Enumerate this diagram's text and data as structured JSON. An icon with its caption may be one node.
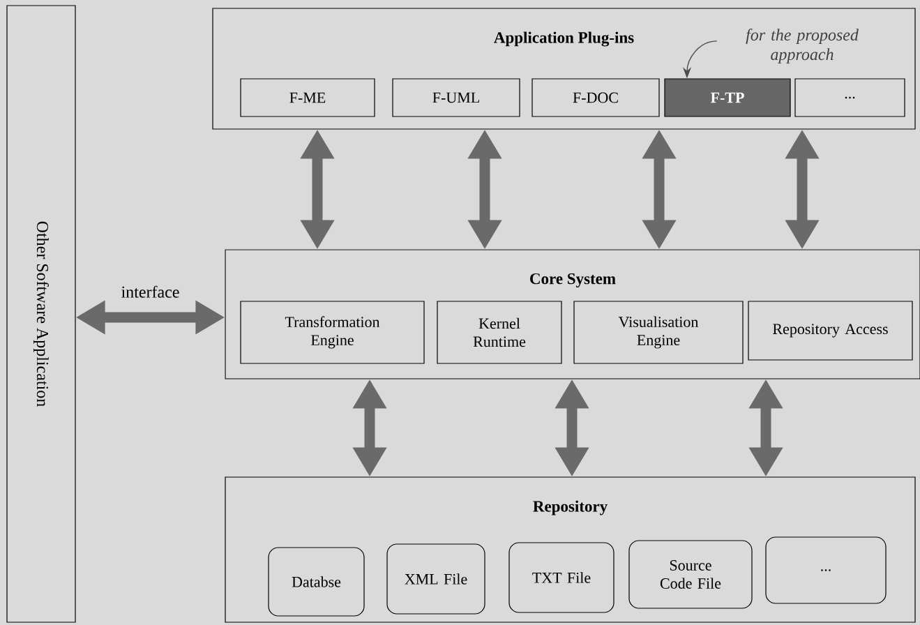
{
  "diagram": {
    "nodes": [
      {
        "text": [
          "Other Software Application"
        ]
      },
      {
        "text": [
          "Application Plug-ins"
        ]
      },
      {
        "text": [
          "F-ME"
        ],
        "in": 1
      },
      {
        "text": [
          "F-UML"
        ],
        "in": 1
      },
      {
        "text": [
          "F-DOC"
        ],
        "in": 1
      },
      {
        "text": [
          "F-TP"
        ],
        "in": 1
      },
      {
        "text": [
          "..."
        ],
        "in": 1
      },
      {
        "text": [
          "Core System"
        ]
      },
      {
        "text": [
          "Transformation Engine"
        ],
        "in": 7
      },
      {
        "text": [
          "Kernel Runtime"
        ],
        "in": 7
      },
      {
        "text": [
          "Visualisation Engine"
        ],
        "in": 7
      },
      {
        "text": [
          "Repository Access"
        ],
        "in": 7
      },
      {
        "text": [
          "Repository"
        ]
      },
      {
        "text": [
          "Databse"
        ],
        "in": 12
      },
      {
        "text": [
          "XML File"
        ],
        "in": 12
      },
      {
        "text": [
          "TXT File"
        ],
        "in": 12
      },
      {
        "text": [
          "Source Code File"
        ],
        "in": 12
      },
      {
        "text": [
          "..."
        ],
        "in": 12
      },
      {
        "text": [
          "for the proposed approach"
        ],
        "in": 1
      }
    ],
    "edges": [
      {
        "from": 0,
        "to": 7,
        "arrow": "both",
        "label": "interface"
      },
      {
        "from": 1,
        "to": 7,
        "arrow": "both"
      },
      {
        "from": 1,
        "to": 7,
        "arrow": "both"
      },
      {
        "from": 1,
        "to": 7,
        "arrow": "both"
      },
      {
        "from": 1,
        "to": 7,
        "arrow": "both"
      },
      {
        "from": 7,
        "to": 12,
        "arrow": "both"
      },
      {
        "from": 7,
        "to": 12,
        "arrow": "both"
      },
      {
        "from": 7,
        "to": 12,
        "arrow": "both"
      },
      {
        "from": 18,
        "to": 5,
        "arrow": "to"
      }
    ]
  }
}
